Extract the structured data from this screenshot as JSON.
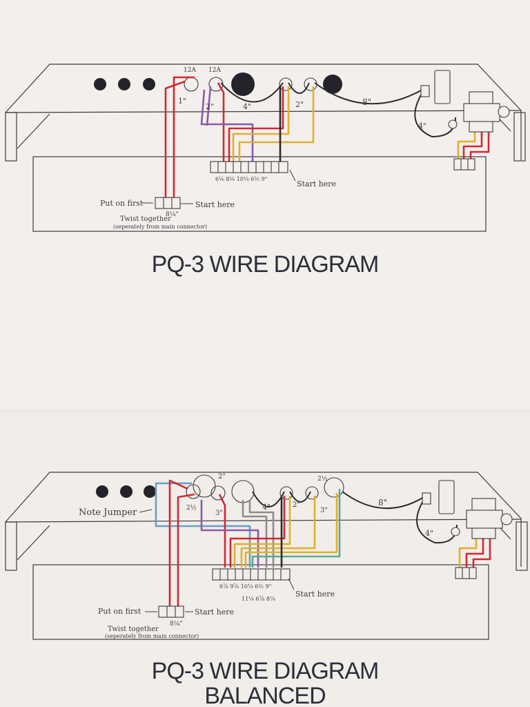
{
  "diagram_top": {
    "title": "PQ-3 WIRE DIAGRAM",
    "tube_labels": [
      "12A",
      "12A"
    ],
    "lengths": {
      "a": "1\"",
      "b": "2\"",
      "c": "4\"",
      "d": "2\"",
      "e": "8\"",
      "f": "4\""
    },
    "connector_lengths": "6⅛ 8⅛ 10¼ 6½ 9\"",
    "start_here": "Start here",
    "put_on_first": "Put on first",
    "start_here_2": "Start here",
    "twist_together": "Twist together",
    "twist_length": "8¼\"",
    "twist_note": "(seperately from main connector)"
  },
  "diagram_bottom": {
    "title_line1": "PQ-3 WIRE DIAGRAM",
    "title_line2": "BALANCED",
    "note_jumper": "Note Jumper",
    "lengths": {
      "a": "2\"",
      "b": "2½",
      "c": "3\"",
      "d": "4\"",
      "e": "2\"",
      "f": "2½",
      "g": "3\"",
      "h": "8\"",
      "i": "4\""
    },
    "connector_lengths": "6⅞ 9⅞ 10¼ 6½ 9\"",
    "connector_lengths_2": "11¼ 6⅞ 8¼",
    "start_here": "Start here",
    "put_on_first": "Put on first",
    "start_here_2": "Start here",
    "twist_together": "Twist together",
    "twist_length": "8¼\"",
    "twist_note": "(seperately from main connector)"
  },
  "colors": {
    "red": "#cf2a33",
    "purple": "#8a5aa6",
    "yellow": "#e0b02a",
    "black": "#2a2a2e",
    "blue": "#6a9ec2",
    "gray": "#8f8a90",
    "green": "#5aa894",
    "ink": "#3a3a40"
  }
}
